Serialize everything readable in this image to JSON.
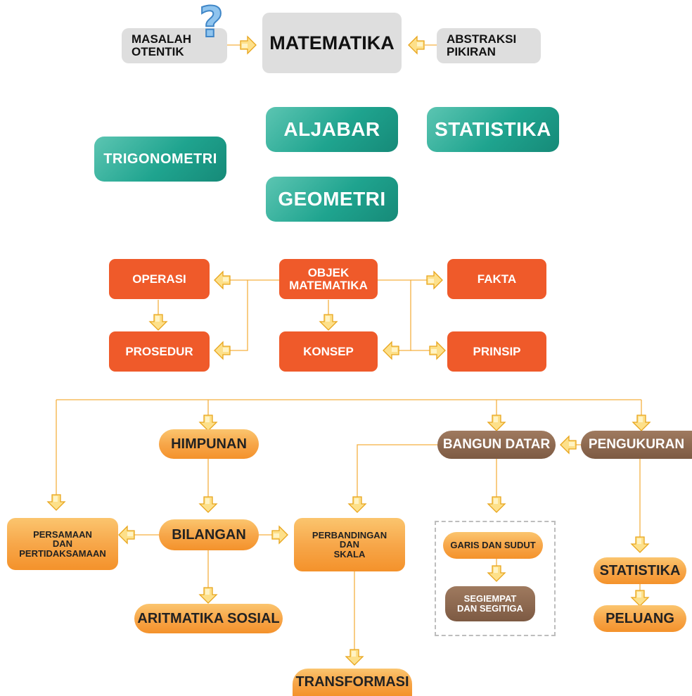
{
  "top": {
    "masalah": [
      "MASALAH",
      "OTENTIK"
    ],
    "matematika": "MATEMATIKA",
    "abstraksi": [
      "ABSTRAKSI",
      "PIKIRAN"
    ]
  },
  "branches": {
    "aljabar": "ALJABAR",
    "statistika": "STATISTIKA",
    "trigonometri": "TRIGONOMETRI",
    "geometri": "GEOMETRI"
  },
  "objek": {
    "operasi": "OPERASI",
    "objek": [
      "OBJEK",
      "MATEMATIKA"
    ],
    "fakta": "FAKTA",
    "prosedur": "PROSEDUR",
    "konsep": "KONSEP",
    "prinsip": "PRINSIP"
  },
  "topics": {
    "himpunan": "HIMPUNAN",
    "bangun_datar": "BANGUN DATAR",
    "pengukuran": "PENGUKURAN",
    "persamaan": [
      "PERSAMAAN",
      "DAN",
      "PERTIDAKSAMAAN"
    ],
    "bilangan": "BILANGAN",
    "perbandingan": [
      "PERBANDINGAN",
      "DAN",
      "SKALA"
    ],
    "garis": "GARIS DAN SUDUT",
    "segiempat": [
      "SEGIEMPAT",
      "DAN SEGITIGA"
    ],
    "statistika": "STATISTIKA",
    "peluang": "PELUANG",
    "aritmatika": "ARITMATIKA SOSIAL",
    "transformasi": "TRANSFORMASI"
  },
  "colors": {
    "teal": "#1fa48f",
    "red": "#ef5a2a",
    "orange": "#f7a74a",
    "brown": "#7d5a43",
    "arrow": "#fbc02d",
    "line": "#f5b041"
  },
  "icons": [
    "question-mark-icon",
    "arrow-icon"
  ]
}
